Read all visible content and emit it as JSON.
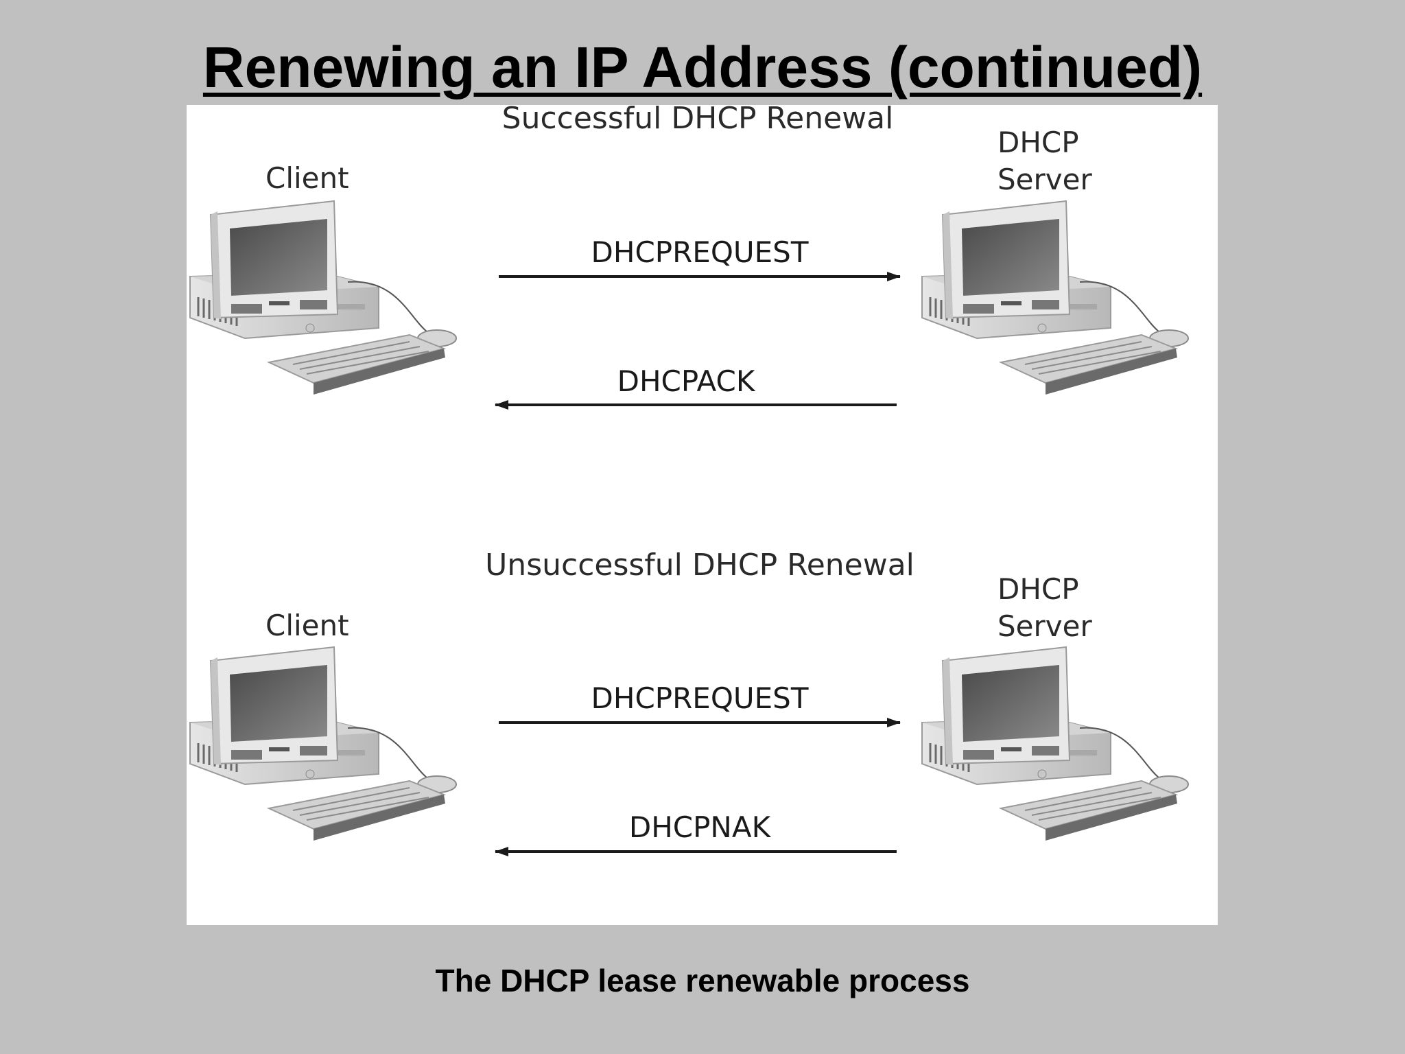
{
  "title": "Renewing an IP Address (continued)",
  "caption": "The DHCP lease renewable process",
  "panels": [
    {
      "heading": "Successful DHCP Renewal",
      "client_label": "Client",
      "server_label_line1": "DHCP",
      "server_label_line2": "Server",
      "messages": [
        {
          "label": "DHCPREQUEST",
          "direction": "client-to-server"
        },
        {
          "label": "DHCPACK",
          "direction": "server-to-client"
        }
      ]
    },
    {
      "heading": "Unsuccessful DHCP Renewal",
      "client_label": "Client",
      "server_label_line1": "DHCP",
      "server_label_line2": "Server",
      "messages": [
        {
          "label": "DHCPREQUEST",
          "direction": "client-to-server"
        },
        {
          "label": "DHCPNAK",
          "direction": "server-to-client"
        }
      ]
    }
  ],
  "icons": {
    "computer": "desktop-computer-icon"
  },
  "colors": {
    "background": "#c0c0c0",
    "figure": "#ffffff",
    "arrow": "#1a1a1a"
  }
}
